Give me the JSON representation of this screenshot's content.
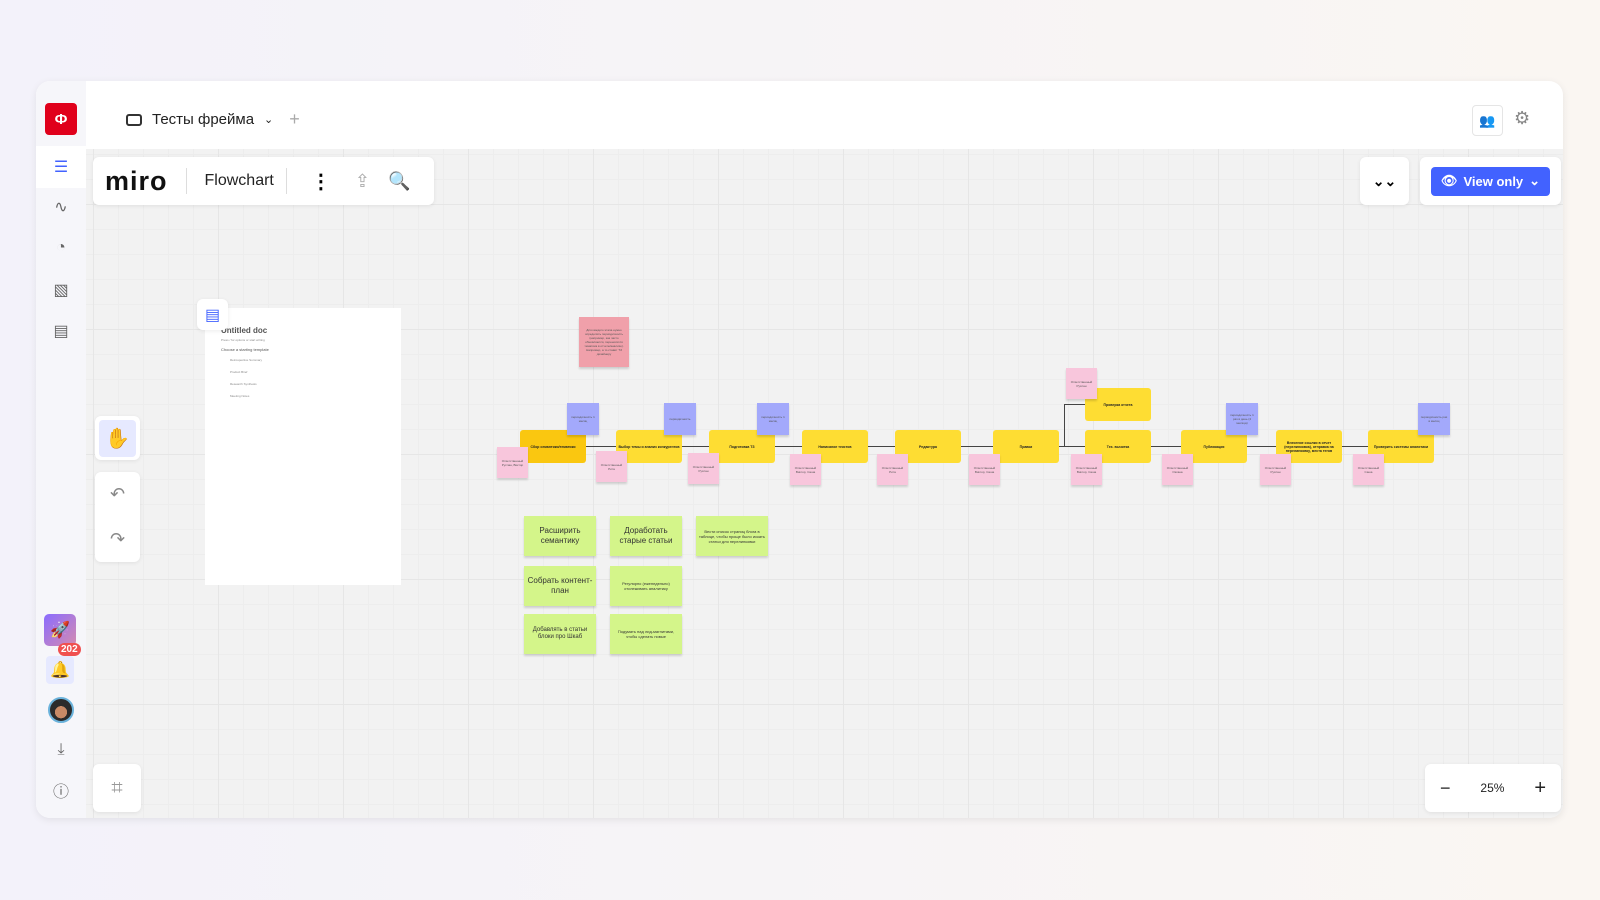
{
  "header": {
    "board_name": "Тесты фрейма",
    "add_label": "+"
  },
  "toolbar": {
    "logo": "miro",
    "board_type": "Flowchart"
  },
  "view": {
    "mode_label": "View only"
  },
  "sidebar": {
    "logo_letter": "Ф",
    "notifications_count": "202"
  },
  "zoom": {
    "level": "25%",
    "minus": "−",
    "plus": "+"
  },
  "doc": {
    "title": "Untitled doc",
    "subtitle": "Press / for options or start writing",
    "choose": "Choose a starting template",
    "templates": [
      "Retrospective Summary",
      "Product Brief",
      "Research Synthesis",
      "Meeting Notes"
    ]
  },
  "flow": {
    "red_note": "Для каждого этапа нужно определить периодичность (например, как часто обновляются, переносится тематика в отчете/анализе). Например, а то ставит ТЗ дизайнеру",
    "steps": [
      "Сбор семантики/тематики",
      "Выбор темы и анализ конкурентов",
      "Подготовка ТЗ",
      "Написание текстов",
      "Редактура",
      "Правки",
      "Проверка отчета",
      "Тех. вычитка",
      "Публикация",
      "Внесение ссылки в отчет (перелинковка), отправка на перелинковку, места тегов",
      "Проверить системы аналитики"
    ],
    "periods": [
      "периодичность 1 месяц",
      "периодичность",
      "периодичность 1 месяц",
      "периодичность 1 раз в день (4 месяца)",
      "периодичность раз в месяц"
    ],
    "owners": [
      "Ответственный Руслан, Виктор",
      "Ответственный Рита",
      "Ответственный Руслан",
      "Ответственный Виктор, Саша",
      "Ответственный Рита",
      "Ответственный Виктор, Саша",
      "Ответственный Руслан",
      "Ответственный Виктор, Саша",
      "Ответственный Оксана",
      "Ответственный Руслан",
      "Ответственный Саша"
    ]
  },
  "ideas": [
    "Расширить семантику",
    "Доработать старые статьи",
    "Вести список страниц блога в таблице, чтобы проще было искать статьи для перелинковки",
    "Собрать контент-план",
    "Регулярно (еженедельно) отслеживать аналитику",
    "Добавлять в статьи блоки про Шкаб",
    "Подумать над лид-магнитами, чтобы сделать новые"
  ],
  "colors": {
    "accent": "#4262ff",
    "logo_red": "#e0001b",
    "sticky_yellow": "#fedd33",
    "sticky_pink": "#f8c6dc",
    "sticky_blue": "#a3a9fb",
    "sticky_green": "#d4f58a"
  }
}
